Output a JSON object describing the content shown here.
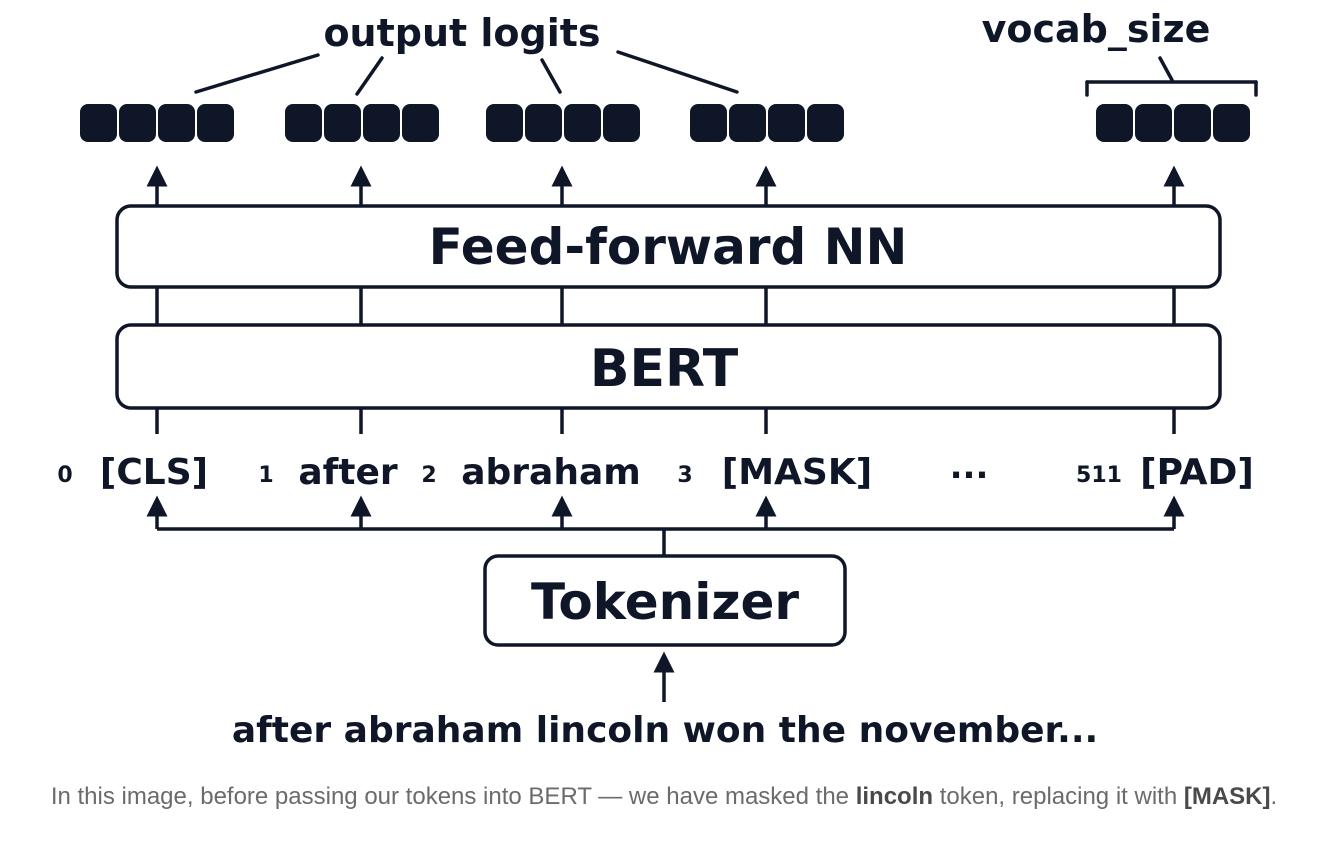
{
  "diagram": {
    "labels": {
      "output_logits": "output logits",
      "vocab_size": "vocab_size",
      "ffnn": "Feed-forward NN",
      "bert": "BERT",
      "ellipsis": "...",
      "tokenizer": "Tokenizer",
      "input_text": "after abraham lincoln won the november..."
    },
    "tokens": [
      {
        "index": "0",
        "text": "[CLS]"
      },
      {
        "index": "1",
        "text": "after"
      },
      {
        "index": "2",
        "text": "abraham"
      },
      {
        "index": "3",
        "text": "[MASK]"
      },
      {
        "index": "511",
        "text": "[PAD]"
      }
    ],
    "colors": {
      "ink": "#0e1628",
      "background": "#ffffff",
      "caption": "#6b6b6b"
    }
  },
  "caption": {
    "part1": "In this image, before passing our tokens into BERT — we have masked the ",
    "bold1": "lincoln",
    "part2": " token, replacing it with ",
    "bold2": "[MASK]",
    "part3": "."
  }
}
